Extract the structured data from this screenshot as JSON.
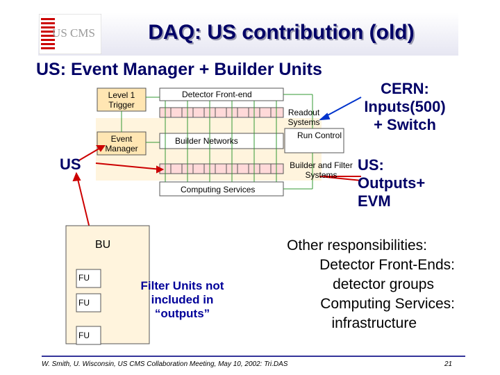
{
  "title": "DAQ: US contribution (old)",
  "subtitle": "US: Event Manager + Builder Units",
  "logo": {
    "text": "US CMS"
  },
  "diagram": {
    "level1_trigger": "Level 1 Trigger",
    "detector_frontend": "Detector Front-end",
    "readout_systems": "Readout Systems",
    "run_control": "Run Control",
    "event_manager": "Event Manager",
    "builder_networks": "Builder Networks",
    "builder_filter_systems": "Builder and Filter Systems",
    "computing_services": "Computing Services"
  },
  "callouts": {
    "cern": "CERN: Inputs(500) + Switch",
    "cern_lines": [
      "CERN:",
      "Inputs(500)",
      "+ Switch"
    ],
    "us_outputs_lines": [
      "US:",
      "Outputs+",
      "EVM"
    ],
    "us": "US"
  },
  "farm": {
    "bu": "BU",
    "fu_labels": [
      "FU",
      "FU",
      "FU"
    ],
    "note_lines": [
      "Filter Units not",
      "included in",
      "“outputs”"
    ]
  },
  "responsibilities": [
    "Other responsibilities:",
    "Detector Front-Ends:",
    "detector groups",
    "Computing Services:",
    "infrastructure"
  ],
  "footer": {
    "text": "W. Smith, U. Wisconsin, US CMS Collaboration Meeting, May 10, 2002: Tri.DAS",
    "page": "21"
  },
  "colors": {
    "navy": "#000066",
    "red": "#cc0000",
    "blue": "#0033cc",
    "box_fill": "#ffe6b3",
    "unit_fill": "#ffd9d9"
  }
}
